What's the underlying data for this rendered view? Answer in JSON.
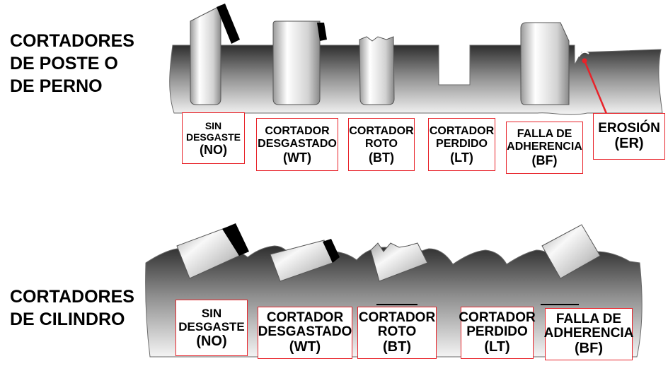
{
  "section_post": {
    "title_lines": [
      "CORTADORES",
      "DE POSTE O",
      "DE PERNO"
    ],
    "labels": [
      {
        "line1": "SIN",
        "line2": "DESGASTE",
        "code": "(NO)"
      },
      {
        "line1": "CORTADOR",
        "line2": "DESGASTADO",
        "code": "(WT)"
      },
      {
        "line1": "CORTADOR",
        "line2": "ROTO",
        "code": "(BT)"
      },
      {
        "line1": "CORTADOR",
        "line2": "PERDIDO",
        "code": "(LT)"
      },
      {
        "line1": "FALLA DE",
        "line2": "ADHERENCIA",
        "code": "(BF)"
      },
      {
        "line1": "EROSIÓN",
        "code": "(ER)"
      }
    ]
  },
  "section_cylinder": {
    "title_lines": [
      "CORTADORES",
      "DE CILINDRO"
    ],
    "labels": [
      {
        "line1": "SIN",
        "line2": "DESGASTE",
        "code": "(NO)"
      },
      {
        "line1": "CORTADOR",
        "line2": "DESGASTADO",
        "code": "(WT)"
      },
      {
        "line1": "CORTADOR",
        "line2": "ROTO",
        "code": "(BT)"
      },
      {
        "line1": "CORTADOR",
        "line2": "PERDIDO",
        "code": "(LT)"
      },
      {
        "line1": "FALLA DE",
        "line2": "ADHERENCIA",
        "code": "(BF)"
      }
    ]
  },
  "colors": {
    "label_border": "#e8232a",
    "pointer": "#e8232a",
    "cutter_tip": "#000000"
  }
}
